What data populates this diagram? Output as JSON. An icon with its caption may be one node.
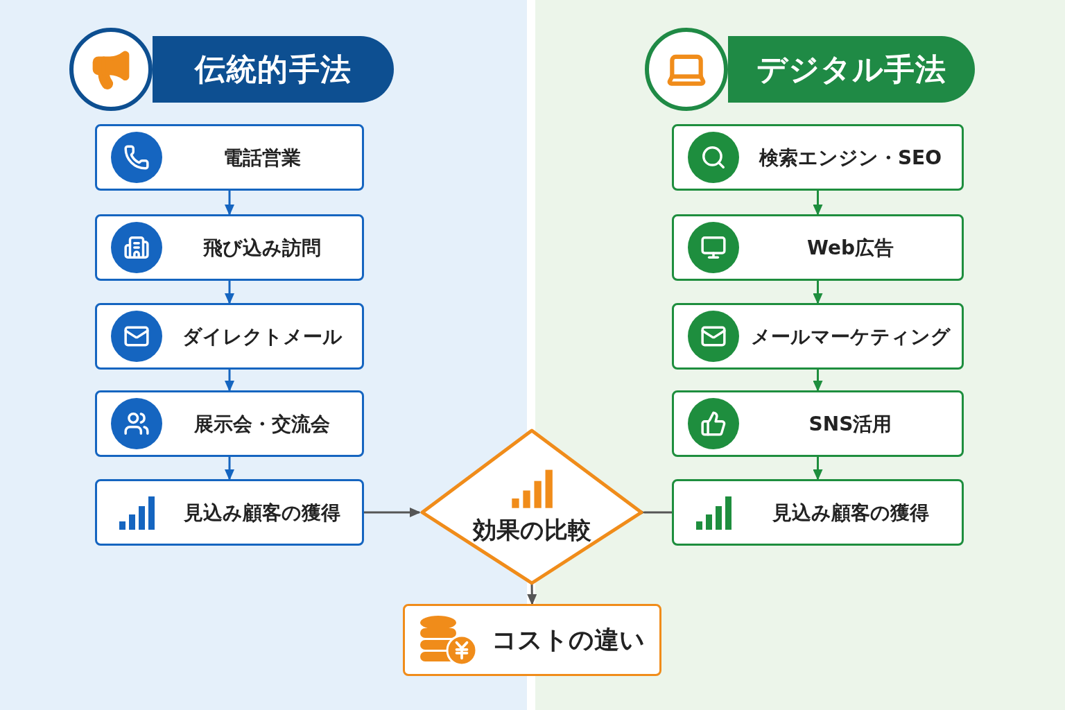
{
  "diagram": {
    "nodes": [
      {
        "text": [
          "伝統的手法"
        ]
      },
      {
        "text": [
          "電話営業"
        ]
      },
      {
        "text": [
          "飛び込み訪問"
        ]
      },
      {
        "text": [
          "ダイレクトメール"
        ]
      },
      {
        "text": [
          "展示会・交流会"
        ]
      },
      {
        "text": [
          "見込み顧客の獲得"
        ]
      },
      {
        "text": [
          "デジタル手法"
        ]
      },
      {
        "text": [
          "検索エンジン・SEO"
        ]
      },
      {
        "text": [
          "Web広告"
        ]
      },
      {
        "text": [
          "メールマーケティング"
        ]
      },
      {
        "text": [
          "SNS活用"
        ]
      },
      {
        "text": [
          "見込み顧客の獲得"
        ]
      },
      {
        "text": [
          "効果の比較"
        ]
      },
      {
        "text": [
          "コストの違い"
        ]
      }
    ],
    "edges": [
      {
        "from": 1,
        "to": 2,
        "arrow": "to",
        "color": "#1565c0"
      },
      {
        "from": 2,
        "to": 3,
        "arrow": "to",
        "color": "#1565c0"
      },
      {
        "from": 3,
        "to": 4,
        "arrow": "to",
        "color": "#1565c0"
      },
      {
        "from": 4,
        "to": 5,
        "arrow": "to",
        "color": "#1565c0"
      },
      {
        "from": 7,
        "to": 8,
        "arrow": "to",
        "color": "#1e8e3e"
      },
      {
        "from": 8,
        "to": 9,
        "arrow": "to",
        "color": "#1e8e3e"
      },
      {
        "from": 9,
        "to": 10,
        "arrow": "to",
        "color": "#1e8e3e"
      },
      {
        "from": 10,
        "to": 11,
        "arrow": "to",
        "color": "#1e8e3e"
      },
      {
        "from": 5,
        "to": 12,
        "arrow": "to",
        "color": "#555555"
      },
      {
        "from": 11,
        "to": 12,
        "arrow": "to",
        "color": "#555555"
      },
      {
        "from": 12,
        "to": 13,
        "arrow": "to",
        "color": "#555555"
      }
    ]
  }
}
